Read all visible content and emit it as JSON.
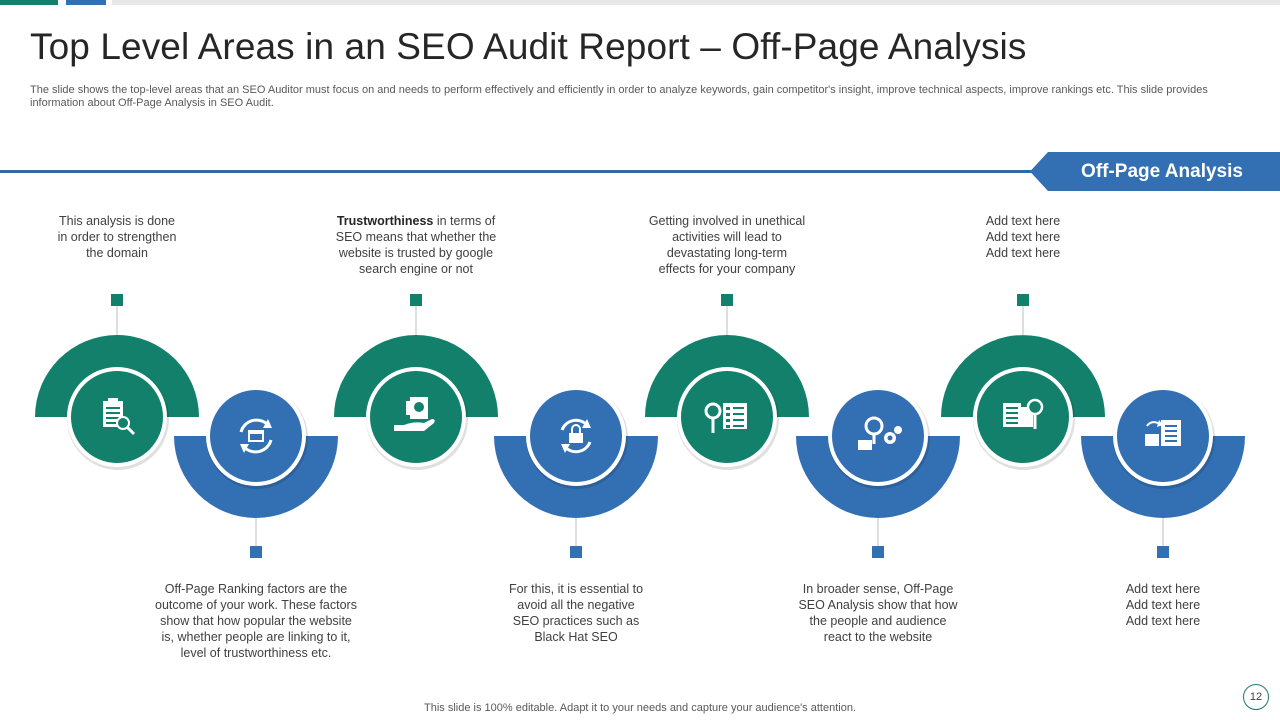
{
  "colors": {
    "green": "#12806b",
    "blue": "#336fb3",
    "dark_blue": "#2f6aa7",
    "grey_bar": "#e8e8e8"
  },
  "title": "Top Level Areas in an SEO Audit Report – Off-Page Analysis",
  "subtitle": "The slide shows the top-level areas that an SEO Auditor must focus on and needs to perform effectively and efficiently in order to analyze keywords, gain competitor's insight, improve technical aspects, improve rankings etc. This slide provides information about Off-Page Analysis in SEO Audit.",
  "banner": "Off-Page Analysis",
  "steps": [
    {
      "color": "green",
      "icon": "clipboard-magnifier-icon",
      "text_bold": "",
      "text": "This analysis is done\nin order to strengthen\nthe domain"
    },
    {
      "color": "blue",
      "icon": "cycle-browser-icon",
      "text_bold": "",
      "text": "Off-Page Ranking factors are the\noutcome of your work. These factors\nshow that how popular the website\nis, whether people are linking to it,\nlevel of trustworthiness etc."
    },
    {
      "color": "green",
      "icon": "hand-document-icon",
      "text_bold": "Trustworthiness",
      "text": " in terms of\nSEO means that whether the\nwebsite is trusted by google\nsearch engine or not"
    },
    {
      "color": "blue",
      "icon": "refresh-lock-icon",
      "text_bold": "",
      "text": "For this, it is essential to\navoid all the negative\nSEO practices such as\nBlack Hat SEO"
    },
    {
      "color": "green",
      "icon": "checklist-magnifier-icon",
      "text_bold": "",
      "text": "Getting involved in unethical\nactivities will lead to\ndevastating long-term\neffects for your company"
    },
    {
      "color": "blue",
      "icon": "search-gear-icon",
      "text_bold": "",
      "text": "In broader sense, Off-Page\nSEO Analysis show that how\nthe people and audience\nreact to the website"
    },
    {
      "color": "green",
      "icon": "documents-magnifier-icon",
      "text_bold": "",
      "text": "Add text here\nAdd text here\nAdd text here"
    },
    {
      "color": "blue",
      "icon": "files-checklist-icon",
      "text_bold": "",
      "text": "Add text here\nAdd text here\nAdd text here"
    }
  ],
  "footer": "This slide is 100% editable. Adapt it to your needs and capture your audience's attention.",
  "page_number": "12"
}
